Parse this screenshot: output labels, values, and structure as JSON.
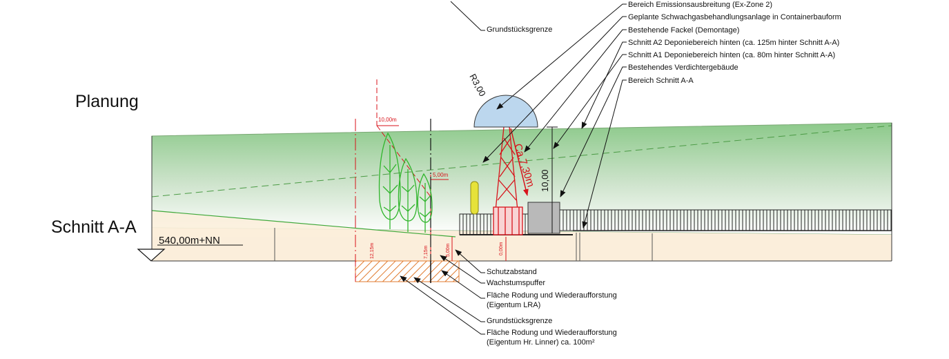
{
  "titles": {
    "planung": "Planung",
    "schnitt": "Schnitt A-A",
    "elevation": "540,00m+NN"
  },
  "top_labels": [
    "Bereich Emissionsausbreitung (Ex-Zone 2)",
    "Geplante Schwachgasbehandlungsanlage in Containerbauform",
    "Bestehende Fackel (Demontage)",
    "Schnitt A2 Deponiebereich hinten (ca. 125m hinter Schnitt A-A)",
    "Schnitt A1 Deponiebereich hinten (ca. 80m hinter Schnitt A-A)",
    "Bestehendes Verdichtergebäude",
    "Bereich Schnitt A-A"
  ],
  "grundstuecksgrenze_top": "Grundstücksgrenze",
  "bottom_labels": [
    "Schutzabstand",
    "Wachstumspuffer",
    "Fläche Rodung und Wiederaufforstung",
    "(Eigentum LRA)",
    "Grundstücksgrenze",
    "Fläche Rodung und Wiederaufforstung",
    "(Eigentum Hr. Linner) ca. 100m²"
  ],
  "dimensions": {
    "radius": "R3,00",
    "flare_length": "Ca.7,30m",
    "height": "10,00",
    "tree_offset_top": "10,00m",
    "tree_offset_mid": "5,00m",
    "ground_1": "12,15m",
    "ground_2": "7,15m",
    "ground_3": "5,00m",
    "ground_4": "0,00m"
  },
  "colors": {
    "section_red": "#d8121a",
    "terrain_green": "#7fc47a",
    "ground_beige": "#fbeedb",
    "zone_blue": "#bcd7ee",
    "tree_green": "#2fb52b",
    "hatch_orange": "#e07a2e",
    "container_grey": "#b9b9b9",
    "yellow_post": "#e6e23a"
  }
}
